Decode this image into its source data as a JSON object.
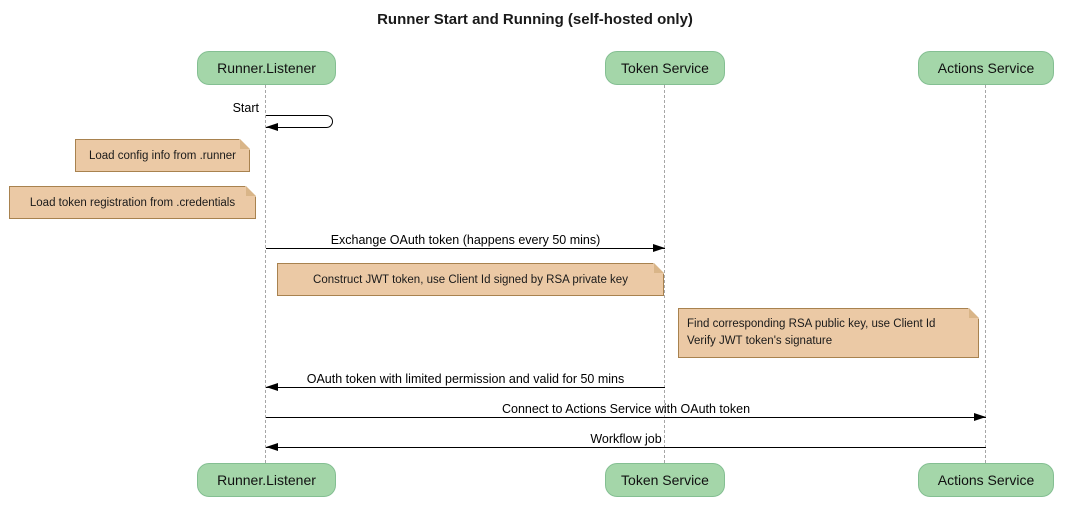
{
  "title": "Runner Start and Running (self-hosted only)",
  "participants": [
    {
      "name": "Runner.Listener"
    },
    {
      "name": "Token Service"
    },
    {
      "name": "Actions Service"
    }
  ],
  "self_message": {
    "label": "Start",
    "from": "Runner.Listener",
    "to": "Runner.Listener"
  },
  "messages": [
    {
      "label": "Exchange OAuth token (happens every 50 mins)",
      "from": "Runner.Listener",
      "to": "Token Service",
      "direction": "right"
    },
    {
      "label": "OAuth token with limited permission and valid for 50 mins",
      "from": "Token Service",
      "to": "Runner.Listener",
      "direction": "left"
    },
    {
      "label": "Connect to Actions Service with OAuth token",
      "from": "Runner.Listener",
      "to": "Actions Service",
      "direction": "right"
    },
    {
      "label": "Workflow job",
      "from": "Actions Service",
      "to": "Runner.Listener",
      "direction": "left"
    }
  ],
  "notes": [
    {
      "text": "Load config info from .runner"
    },
    {
      "text": "Load token registration from .credentials"
    },
    {
      "text": "Construct JWT token, use Client Id signed by RSA private key"
    },
    {
      "lines": [
        "Find corresponding RSA public key, use Client Id",
        "Verify JWT token's signature"
      ]
    }
  ],
  "colors": {
    "participant_fill": "#a4d6a9",
    "participant_border": "#84bf92",
    "note_fill": "#ebc9a5",
    "note_border": "#a8824f",
    "lifeline": "#a6a6a6",
    "arrow": "#000000"
  }
}
